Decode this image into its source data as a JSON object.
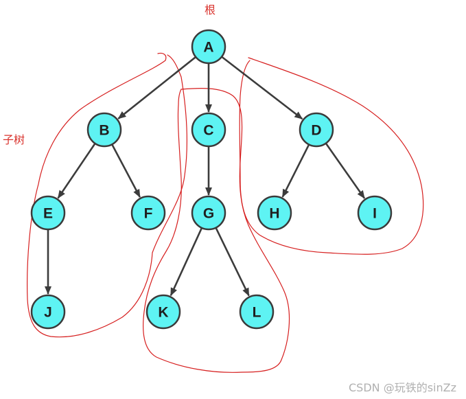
{
  "annotations": {
    "root": "根",
    "subtree": "子树"
  },
  "tree": {
    "nodes": [
      {
        "id": "A",
        "label": "A"
      },
      {
        "id": "B",
        "label": "B"
      },
      {
        "id": "C",
        "label": "C"
      },
      {
        "id": "D",
        "label": "D"
      },
      {
        "id": "E",
        "label": "E"
      },
      {
        "id": "F",
        "label": "F"
      },
      {
        "id": "G",
        "label": "G"
      },
      {
        "id": "H",
        "label": "H"
      },
      {
        "id": "I",
        "label": "I"
      },
      {
        "id": "J",
        "label": "J"
      },
      {
        "id": "K",
        "label": "K"
      },
      {
        "id": "L",
        "label": "L"
      }
    ],
    "edges": [
      [
        "A",
        "B"
      ],
      [
        "A",
        "C"
      ],
      [
        "A",
        "D"
      ],
      [
        "B",
        "E"
      ],
      [
        "B",
        "F"
      ],
      [
        "C",
        "G"
      ],
      [
        "D",
        "H"
      ],
      [
        "D",
        "I"
      ],
      [
        "E",
        "J"
      ],
      [
        "G",
        "K"
      ],
      [
        "G",
        "L"
      ]
    ],
    "highlighted_subtrees": [
      "B",
      "C",
      "D"
    ]
  },
  "colors": {
    "node_fill": "#5ef3f3",
    "node_stroke": "#3a3a3a",
    "edge": "#3c3c3c",
    "annotation": "#d9322c"
  },
  "watermark": "CSDN @玩铁的sinZz"
}
